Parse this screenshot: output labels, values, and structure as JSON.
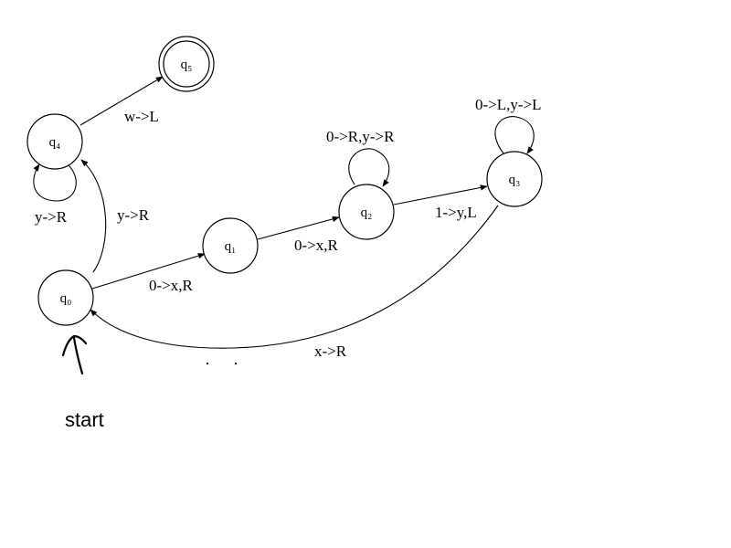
{
  "diagram": {
    "states": {
      "q0": "q₀",
      "q1": "q₁",
      "q2": "q₂",
      "q3": "q₃",
      "q4": "q₄",
      "q5": "q₅"
    },
    "accepting_state": "q5",
    "start_state": "q0",
    "start_label": "start",
    "transitions": [
      {
        "from": "q0",
        "to": "q1",
        "label": "0->x,R"
      },
      {
        "from": "q1",
        "to": "q2",
        "label": "0->x,R"
      },
      {
        "from": "q2",
        "to": "q2",
        "label": "0->R,y->R"
      },
      {
        "from": "q2",
        "to": "q3",
        "label": "1->y,L"
      },
      {
        "from": "q3",
        "to": "q3",
        "label": "0->L,y->L"
      },
      {
        "from": "q3",
        "to": "q0",
        "label": "x->R"
      },
      {
        "from": "q0",
        "to": "q4",
        "label": "y->R"
      },
      {
        "from": "q4",
        "to": "q4",
        "label": "y->R"
      },
      {
        "from": "q4",
        "to": "q5",
        "label": "w->L"
      }
    ]
  }
}
